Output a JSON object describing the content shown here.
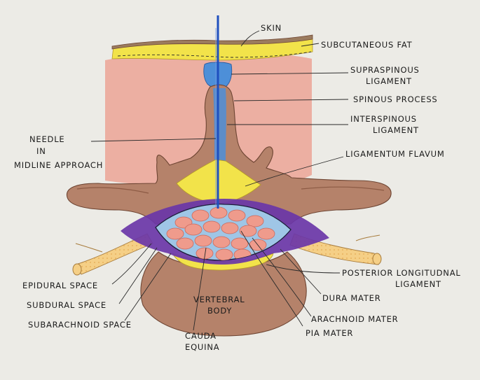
{
  "labels": {
    "skin": "SKIN",
    "subcutaneous_fat": "SUBCUTANEOUS FAT",
    "supraspinous_1": "SUPRASPINOUS",
    "supraspinous_2": "LIGAMENT",
    "spinous_process": "SPINOUS PROCESS",
    "interspinous_1": "INTERSPINOUS",
    "interspinous_2": "LIGAMENT",
    "ligamentum_flavum": "LIGAMENTUM FLAVUM",
    "needle_1": "NEEDLE",
    "needle_2": "IN",
    "needle_3": "MIDLINE APPROACH",
    "posterior_long_1": "POSTERIOR LONGITUDNAL",
    "posterior_long_2": "LIGAMENT",
    "dura_mater": "DURA MATER",
    "arachnoid_mater": "ARACHNOID MATER",
    "pia_mater": "PIA MATER",
    "epidural_space": "EPIDURAL SPACE",
    "subdural_space": "SUBDURAL SPACE",
    "subarachnoid_space": "SUBARACHNOID SPACE",
    "vertebral_body_1": "VERTEBRAL",
    "vertebral_body_2": "BODY",
    "cauda_equina_1": "CAUDA",
    "cauda_equina_2": "EQUINA"
  },
  "colors": {
    "paper": "#ecebe6",
    "muscle": "#eca99a",
    "skin_line": "#8a6a52",
    "fat": "#f2e34a",
    "bone": "#b5826a",
    "bone_outline": "#6e4533",
    "ligament_blue": "#4d8fd8",
    "needle": "#1f4fbf",
    "dura_purple": "#6a36a8",
    "csf_blue": "#9fc6e6",
    "nerve_root": "#f5cf86",
    "text": "#1b1b1b"
  }
}
